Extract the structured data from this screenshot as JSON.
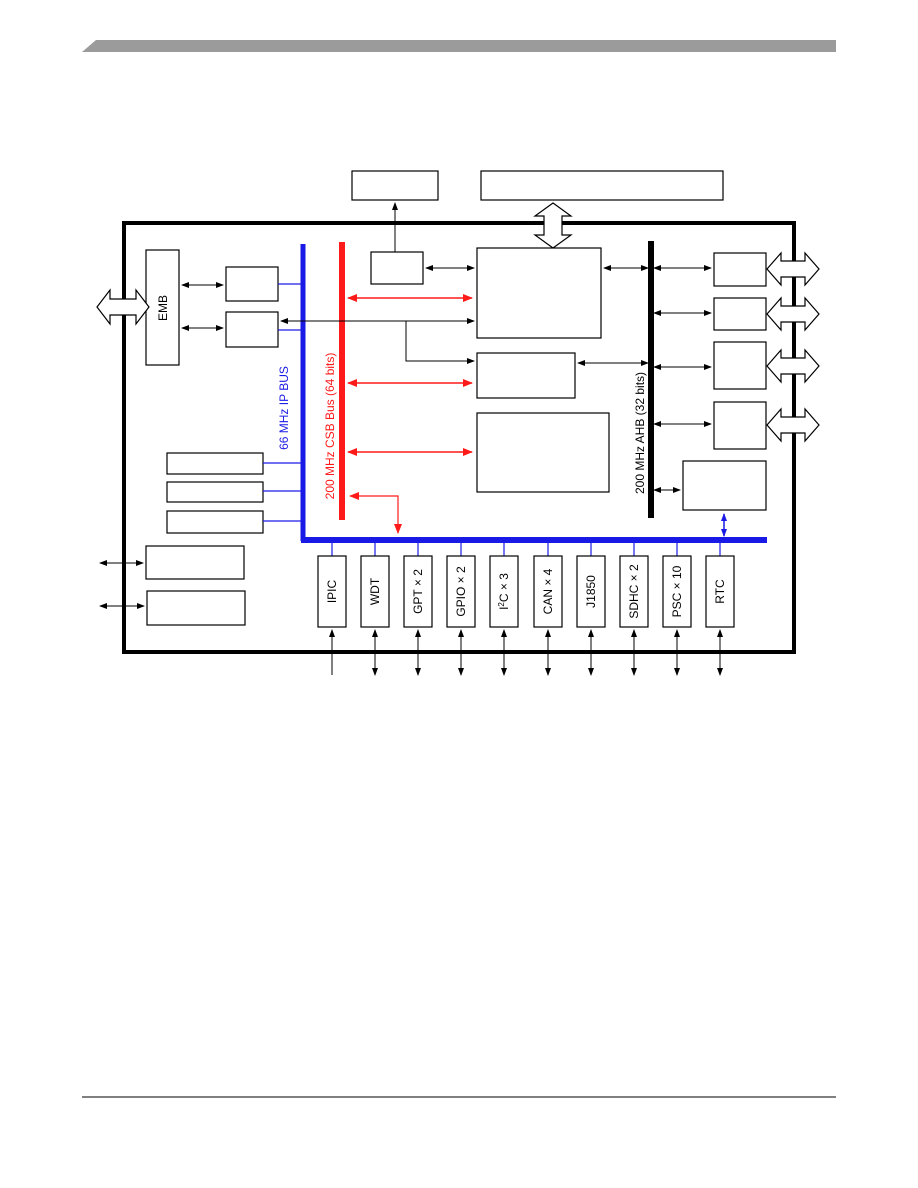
{
  "colors": {
    "ip_bus": "#1a1ae6",
    "csb_bus": "#ff1a1a",
    "ahb_bus": "#000000",
    "header_bar": "#9b9b9b",
    "outline": "#000000"
  },
  "buses": {
    "ip_bus_label": "66 MHz IP BUS",
    "csb_bus_label": "200 MHz CSB Bus (64 bits)",
    "ahb_bus_label": "200 MHz AHB (32 bits)"
  },
  "blocks": {
    "emb": "EMB"
  },
  "peripherals": [
    {
      "id": "ipic",
      "label": "IPIC",
      "sup": "",
      "rest": ""
    },
    {
      "id": "wdt",
      "label": "WDT",
      "sup": "",
      "rest": ""
    },
    {
      "id": "gpt",
      "label": "GPT × 2",
      "sup": "",
      "rest": ""
    },
    {
      "id": "gpio",
      "label": "GPIO × 2",
      "sup": "",
      "rest": ""
    },
    {
      "id": "i2c",
      "label": "I",
      "sup": "2",
      "rest": "C × 3"
    },
    {
      "id": "can",
      "label": "CAN × 4",
      "sup": "",
      "rest": ""
    },
    {
      "id": "j1850",
      "label": "J1850",
      "sup": "",
      "rest": ""
    },
    {
      "id": "sdhc",
      "label": "SDHC × 2",
      "sup": "",
      "rest": ""
    },
    {
      "id": "psc",
      "label": "PSC × 10",
      "sup": "",
      "rest": ""
    },
    {
      "id": "rtc",
      "label": "RTC",
      "sup": "",
      "rest": ""
    }
  ]
}
